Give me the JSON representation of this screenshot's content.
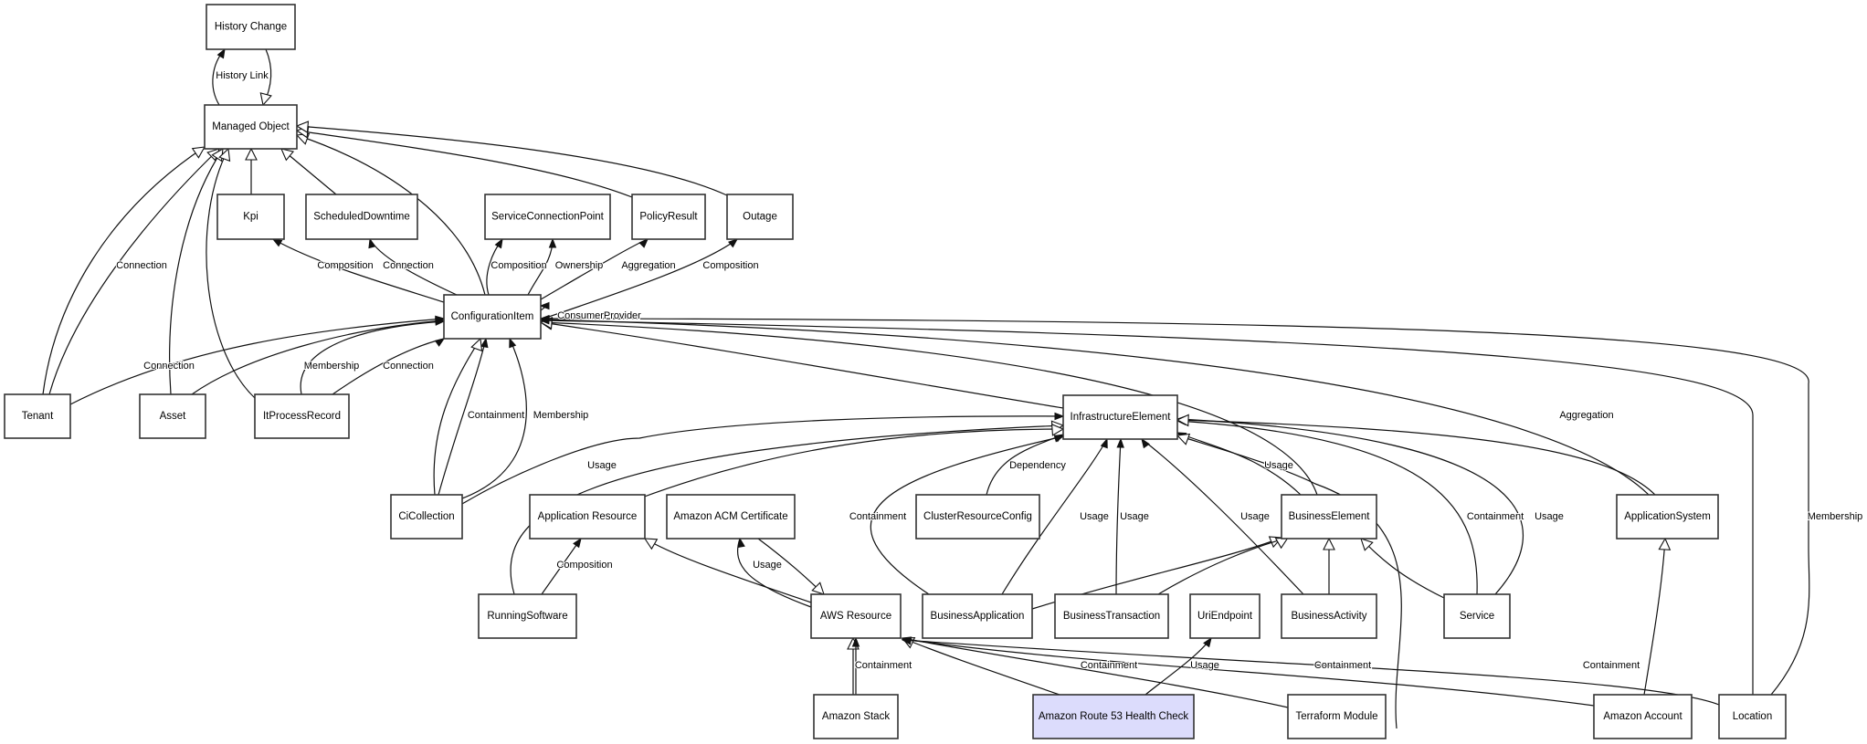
{
  "diagram": {
    "title": "CMDB Class Relationship Diagram",
    "highlight_color": "#dcdcfc",
    "nodes": [
      {
        "id": "history_change",
        "label": "History Change"
      },
      {
        "id": "managed_object",
        "label": "Managed Object"
      },
      {
        "id": "kpi",
        "label": "Kpi"
      },
      {
        "id": "scheduled_downtime",
        "label": "ScheduledDowntime"
      },
      {
        "id": "service_connection_point",
        "label": "ServiceConnectionPoint"
      },
      {
        "id": "policy_result",
        "label": "PolicyResult"
      },
      {
        "id": "outage",
        "label": "Outage"
      },
      {
        "id": "configuration_item",
        "label": "ConfigurationItem"
      },
      {
        "id": "tenant",
        "label": "Tenant"
      },
      {
        "id": "asset",
        "label": "Asset"
      },
      {
        "id": "it_process_record",
        "label": "ItProcessRecord"
      },
      {
        "id": "infrastructure_element",
        "label": "InfrastructureElement"
      },
      {
        "id": "ci_collection",
        "label": "CiCollection"
      },
      {
        "id": "application_resource",
        "label": "Application Resource"
      },
      {
        "id": "amazon_acm_certificate",
        "label": "Amazon ACM Certificate"
      },
      {
        "id": "cluster_resource_config",
        "label": "ClusterResourceConfig"
      },
      {
        "id": "business_element",
        "label": "BusinessElement"
      },
      {
        "id": "application_system",
        "label": "ApplicationSystem"
      },
      {
        "id": "running_software",
        "label": "RunningSoftware"
      },
      {
        "id": "aws_resource",
        "label": "AWS Resource"
      },
      {
        "id": "business_application",
        "label": "BusinessApplication"
      },
      {
        "id": "business_transaction",
        "label": "BusinessTransaction"
      },
      {
        "id": "uri_endpoint",
        "label": "UriEndpoint"
      },
      {
        "id": "business_activity",
        "label": "BusinessActivity"
      },
      {
        "id": "service",
        "label": "Service"
      },
      {
        "id": "amazon_stack",
        "label": "Amazon Stack"
      },
      {
        "id": "amazon_route53_health_check",
        "label": "Amazon Route 53 Health Check",
        "highlighted": true
      },
      {
        "id": "terraform_module",
        "label": "Terraform Module"
      },
      {
        "id": "amazon_account",
        "label": "Amazon Account"
      },
      {
        "id": "location",
        "label": "Location"
      }
    ],
    "edges": [
      {
        "from": "managed_object",
        "to": "history_change",
        "type": "association",
        "label": "History Link"
      },
      {
        "from": "history_change",
        "to": "managed_object",
        "type": "inheritance",
        "label": ""
      },
      {
        "from": "kpi",
        "to": "managed_object",
        "type": "inheritance",
        "label": ""
      },
      {
        "from": "scheduled_downtime",
        "to": "managed_object",
        "type": "inheritance",
        "label": ""
      },
      {
        "from": "tenant",
        "to": "managed_object",
        "type": "inheritance",
        "label": ""
      },
      {
        "from": "tenant",
        "to": "managed_object",
        "type": "inheritance",
        "label": "Connection"
      },
      {
        "from": "asset",
        "to": "managed_object",
        "type": "inheritance",
        "label": ""
      },
      {
        "from": "it_process_record",
        "to": "managed_object",
        "type": "inheritance",
        "label": ""
      },
      {
        "from": "configuration_item",
        "to": "managed_object",
        "type": "inheritance",
        "label": ""
      },
      {
        "from": "policy_result",
        "to": "managed_object",
        "type": "inheritance",
        "label": ""
      },
      {
        "from": "outage",
        "to": "managed_object",
        "type": "inheritance",
        "label": ""
      },
      {
        "from": "configuration_item",
        "to": "kpi",
        "type": "association",
        "label": "Composition"
      },
      {
        "from": "configuration_item",
        "to": "scheduled_downtime",
        "type": "association",
        "label": "Connection"
      },
      {
        "from": "configuration_item",
        "to": "service_connection_point",
        "type": "association",
        "label": "Composition"
      },
      {
        "from": "configuration_item",
        "to": "service_connection_point",
        "type": "association",
        "label": "Ownership"
      },
      {
        "from": "configuration_item",
        "to": "policy_result",
        "type": "association",
        "label": "Aggregation"
      },
      {
        "from": "configuration_item",
        "to": "outage",
        "type": "association",
        "label": "Composition"
      },
      {
        "from": "configuration_item",
        "to": "configuration_item",
        "type": "association",
        "label": "ConsumerProvider"
      },
      {
        "from": "tenant",
        "to": "configuration_item",
        "type": "association",
        "label": "Connection"
      },
      {
        "from": "asset",
        "to": "configuration_item",
        "type": "association",
        "label": "Connection"
      },
      {
        "from": "it_process_record",
        "to": "configuration_item",
        "type": "association",
        "label": "Membership"
      },
      {
        "from": "it_process_record",
        "to": "configuration_item",
        "type": "association",
        "label": "Connection"
      },
      {
        "from": "ci_collection",
        "to": "configuration_item",
        "type": "inheritance",
        "label": ""
      },
      {
        "from": "ci_collection",
        "to": "configuration_item",
        "type": "association",
        "label": "Containment"
      },
      {
        "from": "ci_collection",
        "to": "configuration_item",
        "type": "association",
        "label": "Membership"
      },
      {
        "from": "infrastructure_element",
        "to": "configuration_item",
        "type": "inheritance",
        "label": ""
      },
      {
        "from": "business_element",
        "to": "configuration_item",
        "type": "inheritance",
        "label": ""
      },
      {
        "from": "application_system",
        "to": "configuration_item",
        "type": "association",
        "label": "Aggregation"
      },
      {
        "from": "location",
        "to": "configuration_item",
        "type": "association",
        "label": ""
      },
      {
        "from": "location",
        "to": "configuration_item",
        "type": "association",
        "label": "Membership"
      },
      {
        "from": "ci_collection",
        "to": "infrastructure_element",
        "type": "association",
        "label": "Usage"
      },
      {
        "from": "running_software",
        "to": "infrastructure_element",
        "type": "inheritance",
        "label": ""
      },
      {
        "from": "application_resource",
        "to": "infrastructure_element",
        "type": "inheritance",
        "label": ""
      },
      {
        "from": "cluster_resource_config",
        "to": "infrastructure_element",
        "type": "association",
        "label": "Dependency"
      },
      {
        "from": "business_application",
        "to": "infrastructure_element",
        "type": "association",
        "label": "Containment"
      },
      {
        "from": "business_application",
        "to": "infrastructure_element",
        "type": "association",
        "label": "Usage"
      },
      {
        "from": "business_transaction",
        "to": "infrastructure_element",
        "type": "association",
        "label": "Usage"
      },
      {
        "from": "business_activity",
        "to": "infrastructure_element",
        "type": "association",
        "label": "Usage"
      },
      {
        "from": "business_element",
        "to": "infrastructure_element",
        "type": "association",
        "label": "Usage"
      },
      {
        "from": "terraform_module",
        "to": "infrastructure_element",
        "type": "inheritance",
        "label": ""
      },
      {
        "from": "service",
        "to": "infrastructure_element",
        "type": "association",
        "label": "Containment"
      },
      {
        "from": "service",
        "to": "infrastructure_element",
        "type": "association",
        "label": "Usage"
      },
      {
        "from": "application_system",
        "to": "infrastructure_element",
        "type": "inheritance",
        "label": ""
      },
      {
        "from": "running_software",
        "to": "application_resource",
        "type": "association",
        "label": "Composition"
      },
      {
        "from": "aws_resource",
        "to": "application_resource",
        "type": "inheritance",
        "label": ""
      },
      {
        "from": "aws_resource",
        "to": "amazon_acm_certificate",
        "type": "association",
        "label": "Usage"
      },
      {
        "from": "amazon_acm_certificate",
        "to": "aws_resource",
        "type": "inheritance",
        "label": ""
      },
      {
        "from": "business_application",
        "to": "business_element",
        "type": "inheritance",
        "label": ""
      },
      {
        "from": "business_transaction",
        "to": "business_element",
        "type": "inheritance",
        "label": ""
      },
      {
        "from": "business_activity",
        "to": "business_element",
        "type": "inheritance",
        "label": ""
      },
      {
        "from": "service",
        "to": "business_element",
        "type": "inheritance",
        "label": ""
      },
      {
        "from": "amazon_account",
        "to": "application_system",
        "type": "inheritance",
        "label": ""
      },
      {
        "from": "amazon_stack",
        "to": "aws_resource",
        "type": "inheritance",
        "label": ""
      },
      {
        "from": "amazon_stack",
        "to": "aws_resource",
        "type": "association",
        "label": "Containment"
      },
      {
        "from": "amazon_route53_health_check",
        "to": "aws_resource",
        "type": "inheritance",
        "label": ""
      },
      {
        "from": "amazon_route53_health_check",
        "to": "uri_endpoint",
        "type": "association",
        "label": "Usage"
      },
      {
        "from": "terraform_module",
        "to": "aws_resource",
        "type": "association",
        "label": "Containment"
      },
      {
        "from": "amazon_account",
        "to": "aws_resource",
        "type": "association",
        "label": "Containment"
      },
      {
        "from": "location",
        "to": "aws_resource",
        "type": "association",
        "label": "Containment"
      }
    ]
  }
}
